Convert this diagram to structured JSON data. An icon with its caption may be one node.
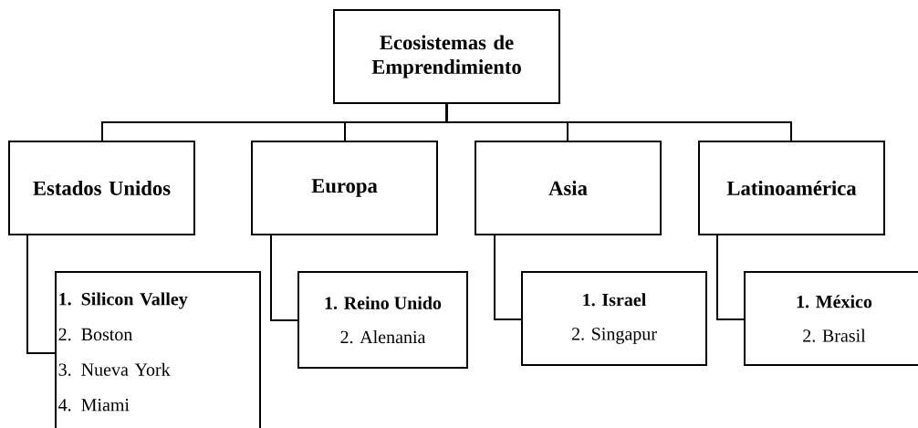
{
  "diagram": {
    "nodes": [
      {
        "text": [
          "Ecosistemas de Emprendimiento"
        ]
      },
      {
        "text": [
          "Estados Unidos"
        ]
      },
      {
        "text": [
          "Europa"
        ]
      },
      {
        "text": [
          "Asia"
        ]
      },
      {
        "text": [
          "Latinoamérica"
        ]
      },
      {
        "text": [
          "1. Silicon Valley",
          "2. Boston",
          "3. Nueva York",
          "4. Miami"
        ]
      },
      {
        "text": [
          "1. Reino Unido",
          "2. Alenania"
        ]
      },
      {
        "text": [
          "1. Israel",
          "2. Singapur"
        ]
      },
      {
        "text": [
          "1. México",
          "2. Brasil"
        ]
      }
    ],
    "edges": [
      {
        "from": 0,
        "to": 1,
        "arrow": "none"
      },
      {
        "from": 0,
        "to": 2,
        "arrow": "none"
      },
      {
        "from": 0,
        "to": 3,
        "arrow": "none"
      },
      {
        "from": 0,
        "to": 4,
        "arrow": "none"
      },
      {
        "from": 1,
        "to": 5,
        "arrow": "none"
      },
      {
        "from": 2,
        "to": 6,
        "arrow": "none"
      },
      {
        "from": 3,
        "to": 7,
        "arrow": "none"
      },
      {
        "from": 4,
        "to": 8,
        "arrow": "none"
      }
    ]
  }
}
